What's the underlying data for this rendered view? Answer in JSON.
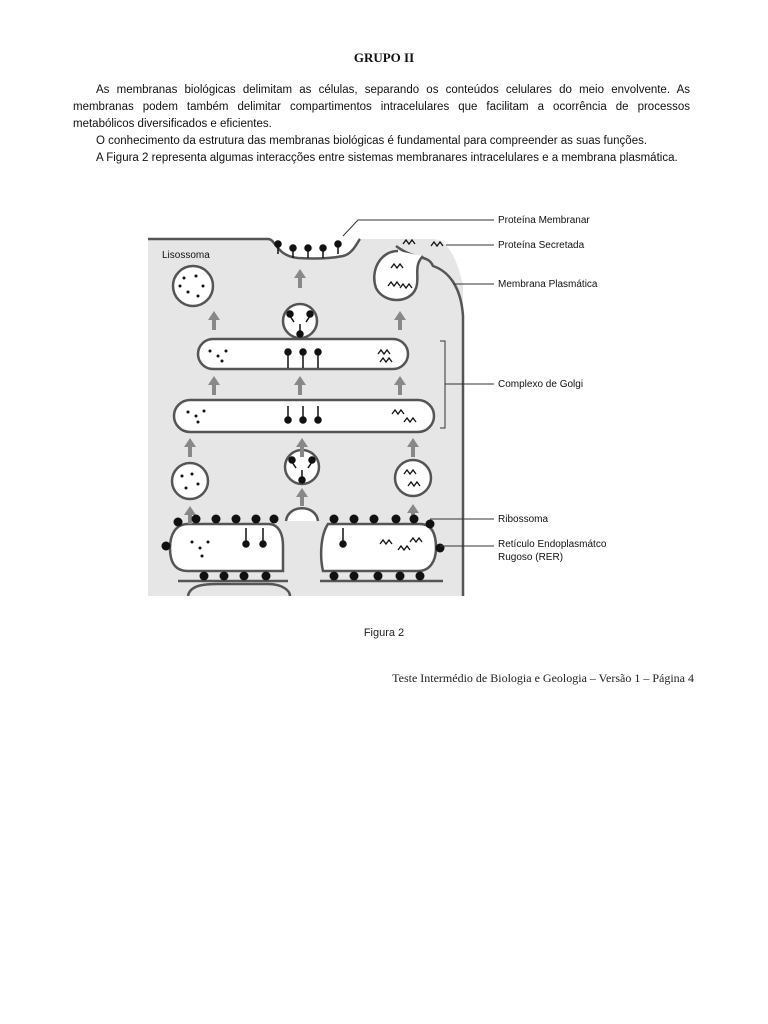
{
  "heading": "GRUPO II",
  "paragraphs": [
    "As membranas biológicas delimitam as células, separando os conteúdos celulares do meio envolvente. As membranas podem também delimitar compartimentos intracelulares que facilitam a ocorrência de processos metabólicos diversificados e eficientes.",
    "O conhecimento da estrutura das membranas biológicas é fundamental para compreender as suas funções.",
    "A Figura 2 representa algumas interacções entre sistemas membranares intracelulares e a membrana plasmática."
  ],
  "figure": {
    "labels": {
      "lisossoma": "Lisossoma",
      "proteina_membranar": "Proteína Membranar",
      "proteina_secretada": "Proteína Secretada",
      "membrana_plasmatica": "Membrana Plasmática",
      "complexo_golgi": "Complexo de Golgi",
      "ribossoma": "Ribossoma",
      "rer_line1": "Retículo Endoplasmátco",
      "rer_line2": "Rugoso (RER)"
    },
    "caption": "Figura 2"
  },
  "footer": "Teste Intermédio de Biologia e Geologia – Versão 1 – Página 4"
}
